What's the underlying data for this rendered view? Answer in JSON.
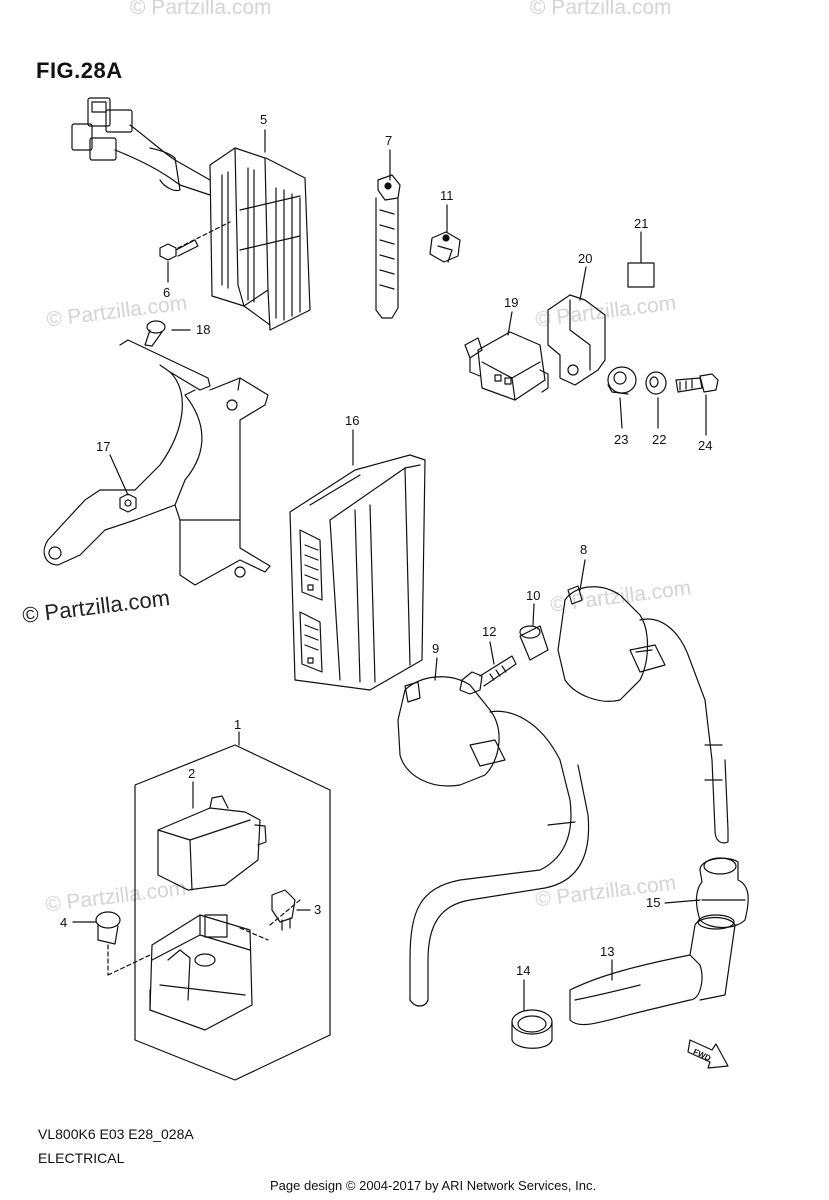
{
  "figure": {
    "title": "FIG.28A",
    "model_code": "VL800K6 E03 E28_028A",
    "category": "ELECTRICAL",
    "credit": "Page design © 2004-2017 by ARI Network Services, Inc.",
    "fwd_label": "FWD"
  },
  "watermarks": {
    "text": "© Partzilla.com"
  },
  "callouts": [
    "1",
    "2",
    "3",
    "4",
    "5",
    "6",
    "7",
    "8",
    "9",
    "10",
    "11",
    "12",
    "13",
    "14",
    "15",
    "16",
    "17",
    "18",
    "19",
    "20",
    "21",
    "22",
    "23",
    "24"
  ]
}
